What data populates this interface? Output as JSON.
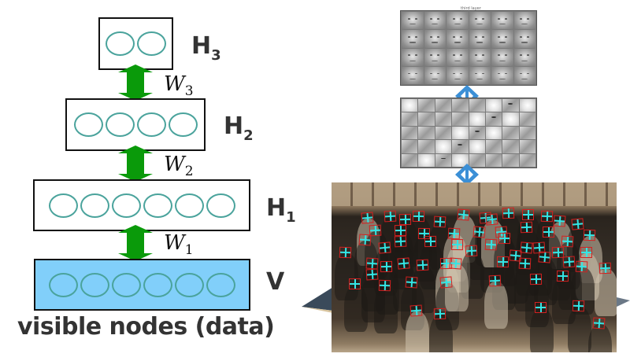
{
  "diagram": {
    "title": "Deep Belief Network / stacked RBM feature hierarchy",
    "layers": [
      {
        "id": "H3",
        "label_main": "H",
        "label_sub": "3",
        "node_count": 2,
        "fill": "#ffffff"
      },
      {
        "id": "H2",
        "label_main": "H",
        "label_sub": "2",
        "node_count": 4,
        "fill": "#ffffff"
      },
      {
        "id": "H1",
        "label_main": "H",
        "label_sub": "1",
        "node_count": 6,
        "fill": "#ffffff"
      },
      {
        "id": "V",
        "label_main": "V",
        "label_sub": "",
        "node_count": 6,
        "fill": "#81cffa"
      }
    ],
    "weights": [
      {
        "id": "W3",
        "label_main": "W",
        "label_sub": "3",
        "connects": [
          "H3",
          "H2"
        ]
      },
      {
        "id": "W2",
        "label_main": "W",
        "label_sub": "2",
        "connects": [
          "H2",
          "H1"
        ]
      },
      {
        "id": "W1",
        "label_main": "W",
        "label_sub": "1",
        "connects": [
          "H1",
          "V"
        ]
      }
    ],
    "caption": "visible nodes (data)",
    "colors": {
      "node_stroke": "#4aa39c",
      "arrow_green": "#0a9a0a",
      "visible_fill": "#81cffa",
      "label_text": "#333333",
      "link_arrow_blue": "#3b8fd6",
      "face_box_red": "#d42020",
      "face_cross_cyan": "#33e6e6"
    }
  },
  "feature_panels": {
    "top_grid": {
      "title": "third layer",
      "rows": 4,
      "cols": 6,
      "content": "face-like filters"
    },
    "middle_grid": {
      "rows": 5,
      "cols": 8,
      "content": "face-part filters (eyes, noses, mouths)"
    },
    "photo": {
      "content": "group photograph with detected faces",
      "detection_count": 62
    }
  }
}
